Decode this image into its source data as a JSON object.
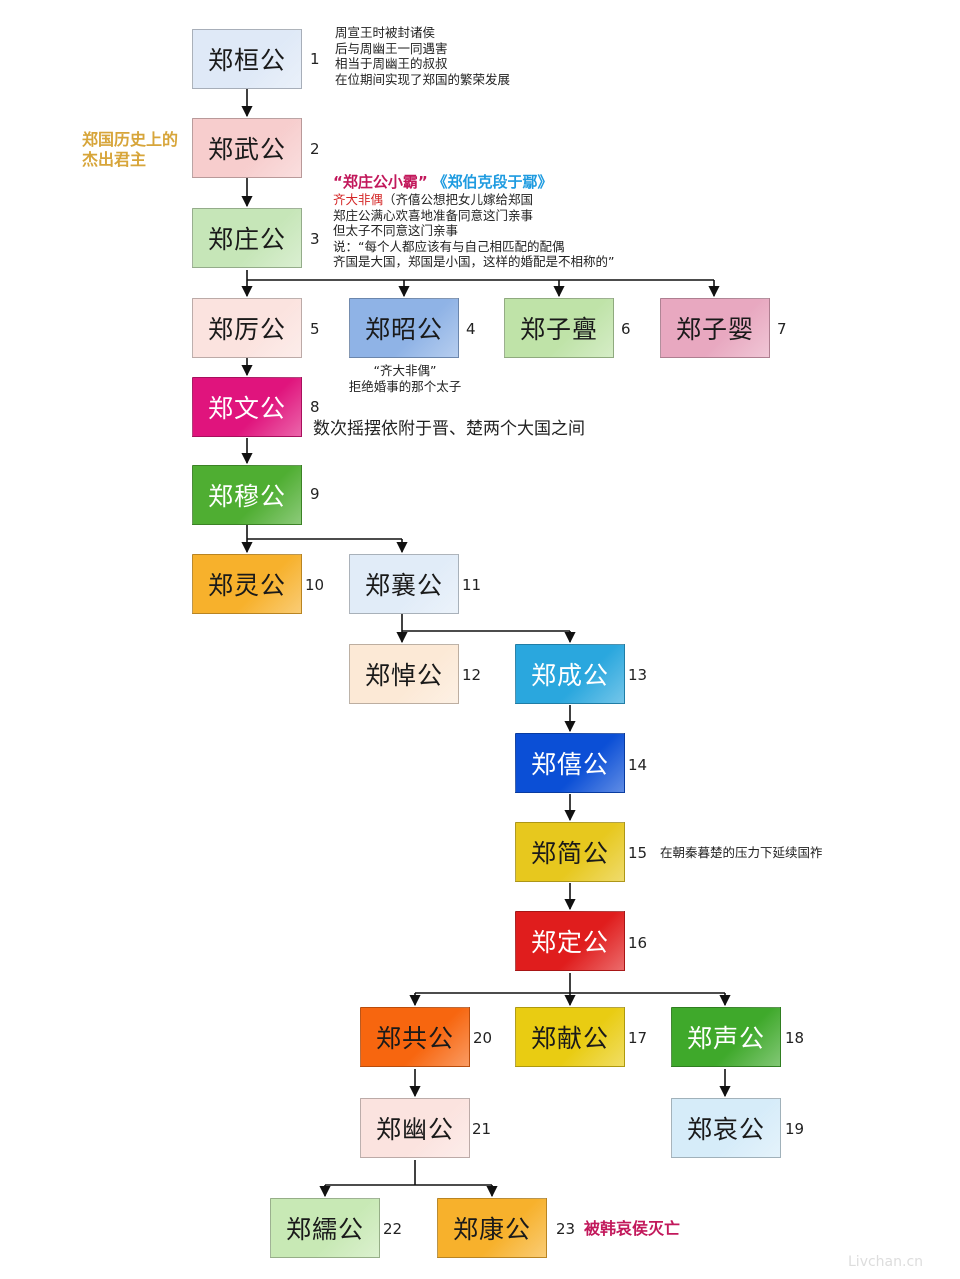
{
  "nodes": {
    "n1": {
      "label": "郑桓公",
      "num": "1",
      "bg": "#dfe9f7",
      "fg": "#1a1a1a"
    },
    "n2": {
      "label": "郑武公",
      "num": "2",
      "bg": "#f7cdcd",
      "fg": "#1a1a1a"
    },
    "n3": {
      "label": "郑庄公",
      "num": "3",
      "bg": "#c6e6b8",
      "fg": "#1a1a1a"
    },
    "n5": {
      "label": "郑厉公",
      "num": "5",
      "bg": "#fbe3df",
      "fg": "#1a1a1a"
    },
    "n4": {
      "label": "郑昭公",
      "num": "4",
      "bg": "#8fb3e6",
      "fg": "#1a1a1a"
    },
    "n6": {
      "label": "郑子亹",
      "num": "6",
      "bg": "#bfe3a8",
      "fg": "#1a1a1a"
    },
    "n7": {
      "label": "郑子婴",
      "num": "7",
      "bg": "#e8a8c0",
      "fg": "#1a1a1a"
    },
    "n8": {
      "label": "郑文公",
      "num": "8",
      "bg": "#e0147d",
      "fg": "#ffffff"
    },
    "n9": {
      "label": "郑穆公",
      "num": "9",
      "bg": "#4fae32",
      "fg": "#ffffff"
    },
    "n10": {
      "label": "郑灵公",
      "num": "10",
      "bg": "#f7b12c",
      "fg": "#1a1a1a"
    },
    "n11": {
      "label": "郑襄公",
      "num": "11",
      "bg": "#e1ecf8",
      "fg": "#1a1a1a"
    },
    "n12": {
      "label": "郑悼公",
      "num": "12",
      "bg": "#fce9d6",
      "fg": "#1a1a1a"
    },
    "n13": {
      "label": "郑成公",
      "num": "13",
      "bg": "#2aa7de",
      "fg": "#ffffff"
    },
    "n14": {
      "label": "郑僖公",
      "num": "14",
      "bg": "#0b4fd6",
      "fg": "#ffffff"
    },
    "n15": {
      "label": "郑简公",
      "num": "15",
      "bg": "#e7c81e",
      "fg": "#1a1a1a"
    },
    "n16": {
      "label": "郑定公",
      "num": "16",
      "bg": "#e01d1d",
      "fg": "#ffffff"
    },
    "n20": {
      "label": "郑共公",
      "num": "20",
      "bg": "#f7660f",
      "fg": "#1a1a1a"
    },
    "n17": {
      "label": "郑献公",
      "num": "17",
      "bg": "#e9cc12",
      "fg": "#1a1a1a"
    },
    "n18": {
      "label": "郑声公",
      "num": "18",
      "bg": "#3fa92b",
      "fg": "#ffffff"
    },
    "n21": {
      "label": "郑幽公",
      "num": "21",
      "bg": "#fbe3df",
      "fg": "#1a1a1a"
    },
    "n19": {
      "label": "郑哀公",
      "num": "19",
      "bg": "#d6ecf9",
      "fg": "#1a1a1a"
    },
    "n22": {
      "label": "郑繻公",
      "num": "22",
      "bg": "#c8e9b5",
      "fg": "#1a1a1a"
    },
    "n23": {
      "label": "郑康公",
      "num": "23",
      "bg": "#f7b12c",
      "fg": "#1a1a1a"
    }
  },
  "notes": {
    "huan": [
      "周宣王时被封诸侯",
      "后与周幽王一同遇害",
      "相当于周幽王的叔叔",
      "在位期间实现了郑国的繁荣发展"
    ],
    "wu_side": [
      "郑国历史上的",
      "杰出君主"
    ],
    "zhuang_title_1": "“郑庄公小霸”",
    "zhuang_title_2": "《郑伯克段于鄢》",
    "zhuang_red": "齐大非偶",
    "zhuang_line1_rest": "（齐僖公想把女儿嫁给郑国",
    "zhuang_lines": [
      "郑庄公满心欢喜地准备同意这门亲事",
      "但太子不同意这门亲事",
      "说：“每个人都应该有与自己相匹配的配偶",
      "齐国是大国，郑国是小国，这样的婚配是不相称的”"
    ],
    "zhao": [
      "“齐大非偶”",
      "拒绝婚事的那个太子"
    ],
    "wen": "数次摇摆依附于晋、楚两个大国之间",
    "jian": "在朝秦暮楚的压力下延续国祚",
    "kang": "被韩哀侯灭亡"
  },
  "watermark": "Livchan.cn"
}
